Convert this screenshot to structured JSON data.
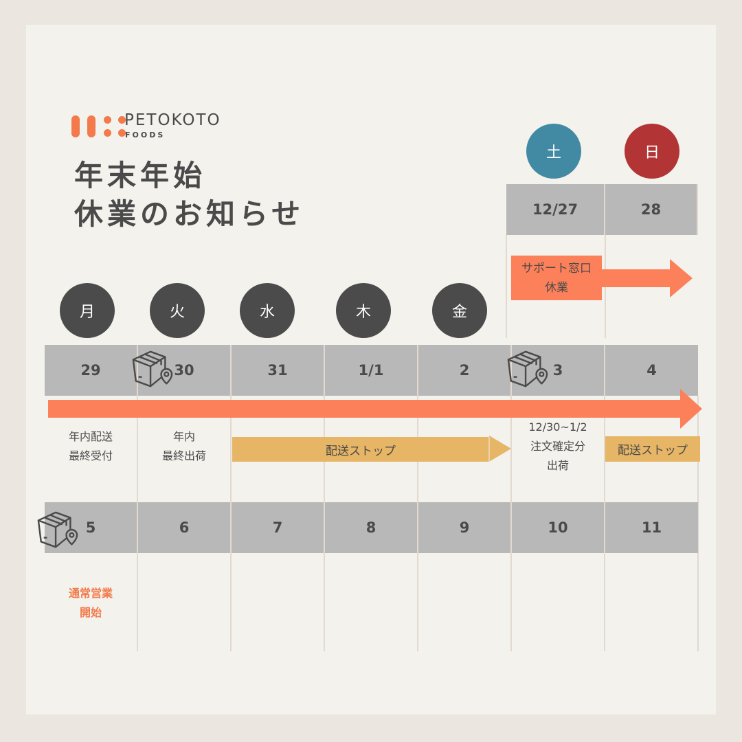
{
  "logo": {
    "brand": "PETOKOTO",
    "sub": "FOODS"
  },
  "title": {
    "line1": "年末年始",
    "line2": "休業のお知らせ"
  },
  "weekend_days": [
    {
      "label": "土",
      "color": "#4289a4"
    },
    {
      "label": "日",
      "color": "#b23434"
    }
  ],
  "weekdays": [
    "月",
    "火",
    "水",
    "木",
    "金"
  ],
  "week0": [
    "12/27",
    "28"
  ],
  "week1": [
    "29",
    "30",
    "31",
    "1/1",
    "2",
    "3",
    "4"
  ],
  "week2": [
    "5",
    "6",
    "7",
    "8",
    "9",
    "10",
    "11"
  ],
  "support_closed": {
    "line1": "サポート窓口",
    "line2": "休業"
  },
  "notes": {
    "d29": {
      "line1": "年内配送",
      "line2": "最終受付"
    },
    "d30": {
      "line1": "年内",
      "line2": "最終出荷"
    },
    "d3": {
      "line1": "12/30~1/2",
      "line2": "注文確定分",
      "line3": "出荷"
    },
    "d5": {
      "line1": "通常営業",
      "line2": "開始"
    }
  },
  "delivery_stop": "配送ストップ",
  "colors": {
    "orange": "#fc8059",
    "amber": "#e6b566",
    "gray": "#b8b8b8",
    "text": "#4a4a4a"
  }
}
